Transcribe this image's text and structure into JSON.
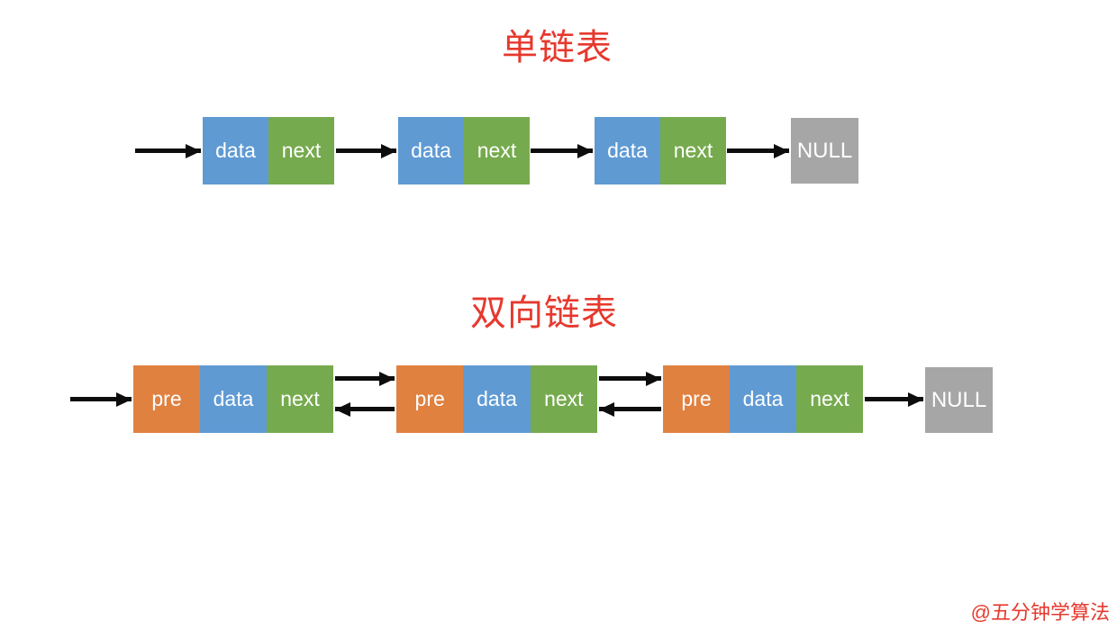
{
  "colors": {
    "background": "#ffffff",
    "cell_data": "#5f9ad3",
    "cell_next": "#76aa4e",
    "cell_pre": "#e08140",
    "null_box": "#a6a6a6",
    "cell_text": "#ffffff",
    "title_red": "#e6392e",
    "arrow_black": "#0d0d0d"
  },
  "singly_list": {
    "title": "单链表",
    "nodes": [
      {
        "data": "data",
        "next": "next"
      },
      {
        "data": "data",
        "next": "next"
      },
      {
        "data": "data",
        "next": "next"
      }
    ],
    "terminator": "NULL"
  },
  "doubly_list": {
    "title": "双向链表",
    "nodes": [
      {
        "pre": "pre",
        "data": "data",
        "next": "next"
      },
      {
        "pre": "pre",
        "data": "data",
        "next": "next"
      },
      {
        "pre": "pre",
        "data": "data",
        "next": "next"
      }
    ],
    "terminator": "NULL"
  },
  "watermark": "@五分钟学算法"
}
